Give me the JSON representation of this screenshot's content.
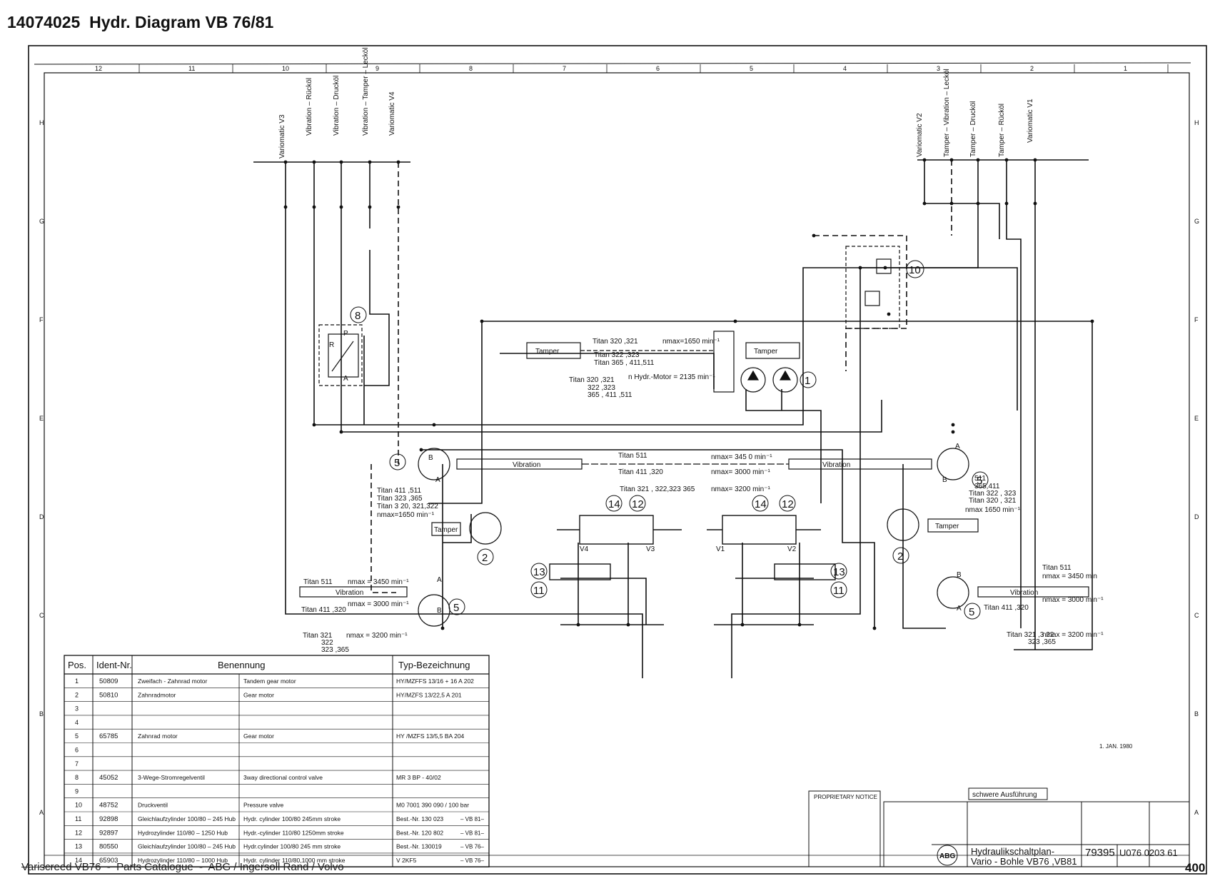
{
  "header": {
    "title": "14074025  Hydr. Diagram VB 76/81"
  },
  "footer": {
    "left": "Variscreed VB76  -  Parts Catalogue  -  ABG / Ingersoll Rand / Volvo",
    "page": "400"
  },
  "frame": {
    "col_numbers": [
      "12",
      "11",
      "10",
      "9",
      "8",
      "7",
      "6",
      "5",
      "4",
      "3",
      "2",
      "1"
    ],
    "row_letters": [
      "H",
      "G",
      "F",
      "E",
      "D",
      "C",
      "B",
      "A"
    ]
  },
  "diagram": {
    "left_lines": [
      "Variomatic  V3",
      "Vibration  –  Rücköl",
      "Vibration  –  Drucköl",
      "Vibration –  Tamper –  Lecköl",
      "Variomatic  V4"
    ],
    "right_lines": [
      "Variomatic  V2",
      "Tamper –  Vibration –  Lecköl",
      "Tamper  –  Drucköl",
      "Tamper  –  Rücköl",
      "Variomatic  V1"
    ],
    "tamper": "Tamper",
    "vibration": "Vibration",
    "pos_numbers": [
      "1",
      "2",
      "5",
      "8",
      "10",
      "11",
      "12",
      "13",
      "14"
    ],
    "port_labels": {
      "a": "A",
      "b": "B",
      "p": "P",
      "r": "R"
    },
    "cyl_labels": [
      "V4",
      "V3",
      "V1",
      "V2"
    ],
    "notes": {
      "top_titan_1": "Titan 320 ,321",
      "top_nmax_1": "nmax=1650 min⁻¹",
      "top_titan_2": "Titan 322  ,323",
      "top_titan_3": "Titan 365 , 411,511",
      "mid_titan_1": "Titan  320 ,321",
      "mid_titan_2": "322  ,323",
      "mid_titan_3": "365  , 411 ,511",
      "hydr_motor": "n Hydr.-Motor = 2135 min⁻¹",
      "center_titan_1": "Titan 511",
      "center_titan_2": "Titan 411 ,320",
      "center_titan_3": "Titan  321 , 322,323  365",
      "center_nmax_1": "nmax= 345 0 min⁻¹",
      "center_nmax_2": "nmax= 3000 min⁻¹",
      "center_nmax_3": "nmax= 3200 min⁻¹",
      "left_titan_1": "Titan  411  ,511",
      "left_titan_2": "Titan 323  ,365",
      "left_titan_3": "Titan 3 20, 321,322",
      "left_nmax": "nmax=1650 min⁻¹",
      "right_titan_1": "511",
      "right_titan_2": "365,411",
      "right_titan_3": "Titan 322  , 323",
      "right_titan_4": "Titan 320 , 321",
      "right_nmax": "nmax 1650 min⁻¹",
      "ll_titan_1": "Titan  511",
      "ll_nmax_1": "nmax = 3450 min⁻¹",
      "ll_nmax_2": "nmax = 3000 min⁻¹",
      "ll_titan_2": "Titan 411 ,320",
      "lb_titan": "Titan  321",
      "lb_sub_1": "322",
      "lb_sub_2": "323 ,365",
      "lb_nmax": "nmax = 3200 min⁻¹",
      "rl_titan_1": "Titan 511",
      "rl_nmax_1": "nmax = 3450 min",
      "rl_nmax_2": "nmax = 3000 min⁻¹",
      "rl_titan_2": "Titan 411 ,320",
      "rb_titan": "Titan 321 ,3 22",
      "rb_sub": "323 ,365",
      "rb_nmax": "nmax = 3200 min⁻¹"
    }
  },
  "parts_table": {
    "headers": [
      "Pos.",
      "Ident-Nr.",
      "Benennung",
      "Typ-Bezeichnung"
    ],
    "rows": [
      {
        "pos": "1",
        "ident": "50809",
        "de": "Zweifach - Zahnrad motor",
        "en": "Tandem  gear  motor",
        "typ": "HY/MZFFS 13/16 + 16  A 202",
        "note": ""
      },
      {
        "pos": "2",
        "ident": "50810",
        "de": "Zahnradmotor",
        "en": "Gear   motor",
        "typ": "HY/MZFS  13/22,5  A 201",
        "note": ""
      },
      {
        "pos": "3",
        "ident": "",
        "de": "",
        "en": "",
        "typ": "",
        "note": ""
      },
      {
        "pos": "4",
        "ident": "",
        "de": "",
        "en": "",
        "typ": "",
        "note": ""
      },
      {
        "pos": "5",
        "ident": "65785",
        "de": "Zahnrad motor",
        "en": "Gear  motor",
        "typ": "HY /MZFS   13/5,5 BA 204",
        "note": ""
      },
      {
        "pos": "6",
        "ident": "",
        "de": "",
        "en": "",
        "typ": "",
        "note": ""
      },
      {
        "pos": "7",
        "ident": "",
        "de": "",
        "en": "",
        "typ": "",
        "note": ""
      },
      {
        "pos": "8",
        "ident": "45052",
        "de": "3-Wege-Stromregelventil",
        "en": "3way  directional  control  valve",
        "typ": "MR 3   BP - 40/02",
        "note": ""
      },
      {
        "pos": "9",
        "ident": "",
        "de": "",
        "en": "",
        "typ": "",
        "note": ""
      },
      {
        "pos": "10",
        "ident": "48752",
        "de": "Druckventil",
        "en": "Pressure   valve",
        "typ": "M0 7001 390 090 /  100 bar",
        "note": ""
      },
      {
        "pos": "11",
        "ident": "92898",
        "de": "Gleichlaufzylinder 100/80 – 245 Hub",
        "en": "Hydr. cylinder 100/80  245mm stroke",
        "typ": "Best.-Nr. 130 023",
        "note": "– VB 81–"
      },
      {
        "pos": "12",
        "ident": "92897",
        "de": "Hydrozylinder  110/80 – 1250 Hub",
        "en": "Hydr.-cylinder 110/80 1250mm stroke",
        "typ": "Best.-Nr. 120 802",
        "note": "– VB 81–"
      },
      {
        "pos": "13",
        "ident": "80550",
        "de": "Gleichlaufzylinder 100/80 – 245 Hub",
        "en": "Hydr.cylinder 100/80  245 mm stroke",
        "typ": "Best.-Nr. 130019",
        "note": "– VB 76–"
      },
      {
        "pos": "14",
        "ident": "65903",
        "de": "Hydrozylinder  110/80 – 1000 Hub",
        "en": "Hydr. cylinder  110/80,1000 mm stroke",
        "typ": "V 2KF5",
        "note": "– VB 76–"
      }
    ]
  },
  "title_block": {
    "notice_title": "PROPRIETARY NOTICE",
    "variant": "schwere  Ausführung",
    "drawing_title": "Hydraulikschaltplan-",
    "drawing_sub": "Vario - Bohle  VB76 ,VB81",
    "number_1": "79395",
    "number_2": "U076 0203  61",
    "logo": "ABG",
    "date": "1. JAN. 1980"
  }
}
